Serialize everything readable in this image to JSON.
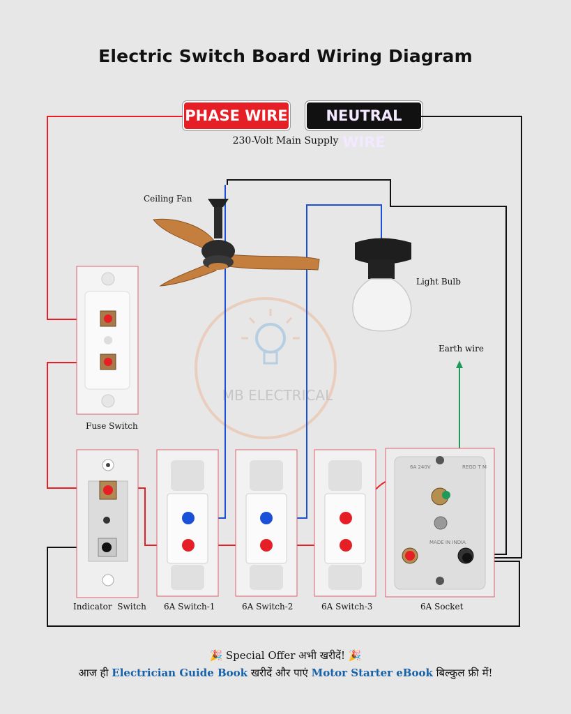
{
  "title": "Electric Switch Board Wiring Diagram",
  "tags": {
    "phase": "PHASE WIRE",
    "neutral": "NEUTRAL WIRE"
  },
  "supply": "230-Volt Main Supply",
  "labels": {
    "ceiling_fan": "Ceiling Fan",
    "light_bulb": "Light Bulb",
    "earth_wire": "Earth wire",
    "fuse_switch": "Fuse Switch",
    "indicator_switch": "Indicator  Switch",
    "switch1": "6A Switch-1",
    "switch2": "6A Switch-2",
    "switch3": "6A Switch-3",
    "socket": "6A Socket"
  },
  "watermark": "MB ELECTRICAL",
  "socket_marks": {
    "rating": "6A 240V",
    "regd": "REGD T M",
    "made_in": "MADE IN INDIA"
  },
  "footer": {
    "line1_icon_left": "🎉",
    "line1_text": "Special Offer अभी खरीदें!",
    "line1_icon_right": "🎉",
    "line2_a": "आज ही",
    "line2_b": "Electrician Guide Book",
    "line2_c": "खरीदें और पाएं",
    "line2_d": "Motor Starter eBook",
    "line2_e": "बिल्कुल फ्री में!"
  },
  "colors": {
    "phase": "#e61f26",
    "neutral": "#111111",
    "blue": "#1a4fd8",
    "earth": "#1f9a5a",
    "fan_blade": "#c47f3e"
  }
}
